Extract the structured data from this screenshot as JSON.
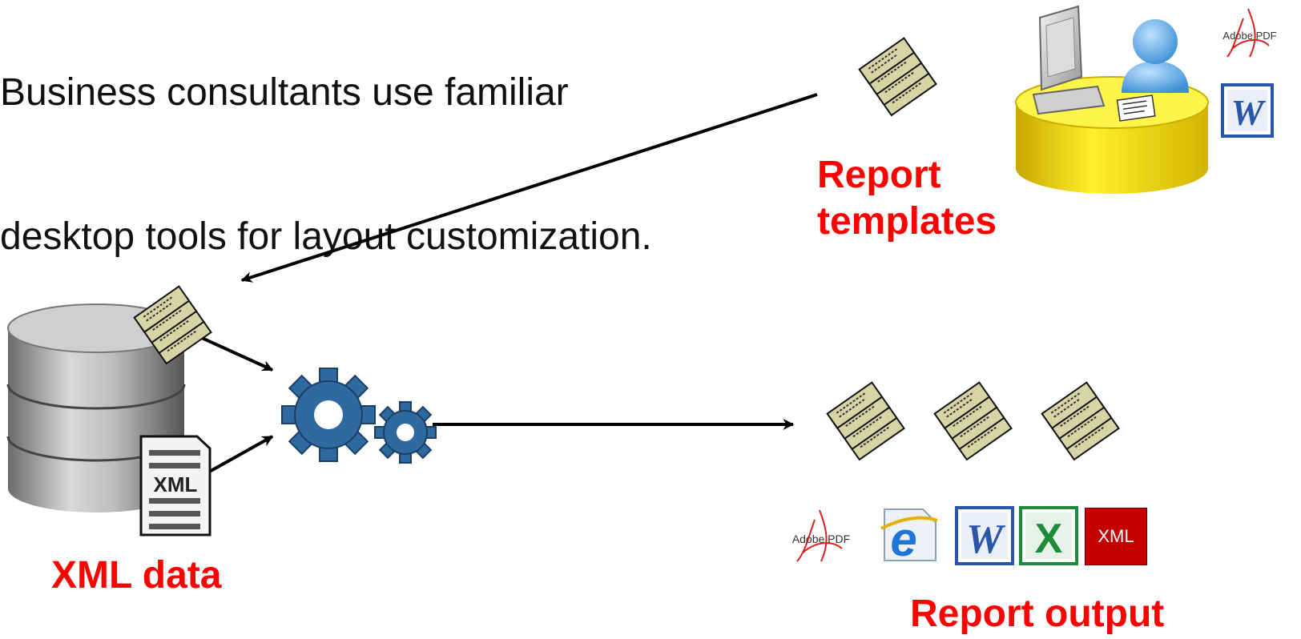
{
  "heading": {
    "line1": "Business consultants use familiar",
    "line2": "desktop tools for layout customization."
  },
  "labels": {
    "report_templates_line1": "Report",
    "report_templates_line2": "templates",
    "xml_data": "XML data",
    "report_output": "Report output"
  },
  "icons": {
    "adobe_pdf_text": "Adobe PDF",
    "word_letter": "W",
    "excel_letter": "X",
    "xml_badge_text": "XML",
    "xml_document_text": "XML",
    "ie_letter": "e"
  },
  "colors": {
    "label_red": "#ff0000",
    "gear_blue": "#2e6aa0",
    "paper_tan": "#d8d4a6",
    "desk_yellow": "#f4e000",
    "word_blue": "#2a56a8",
    "excel_green": "#1f8a3a",
    "xml_red": "#c40000"
  }
}
